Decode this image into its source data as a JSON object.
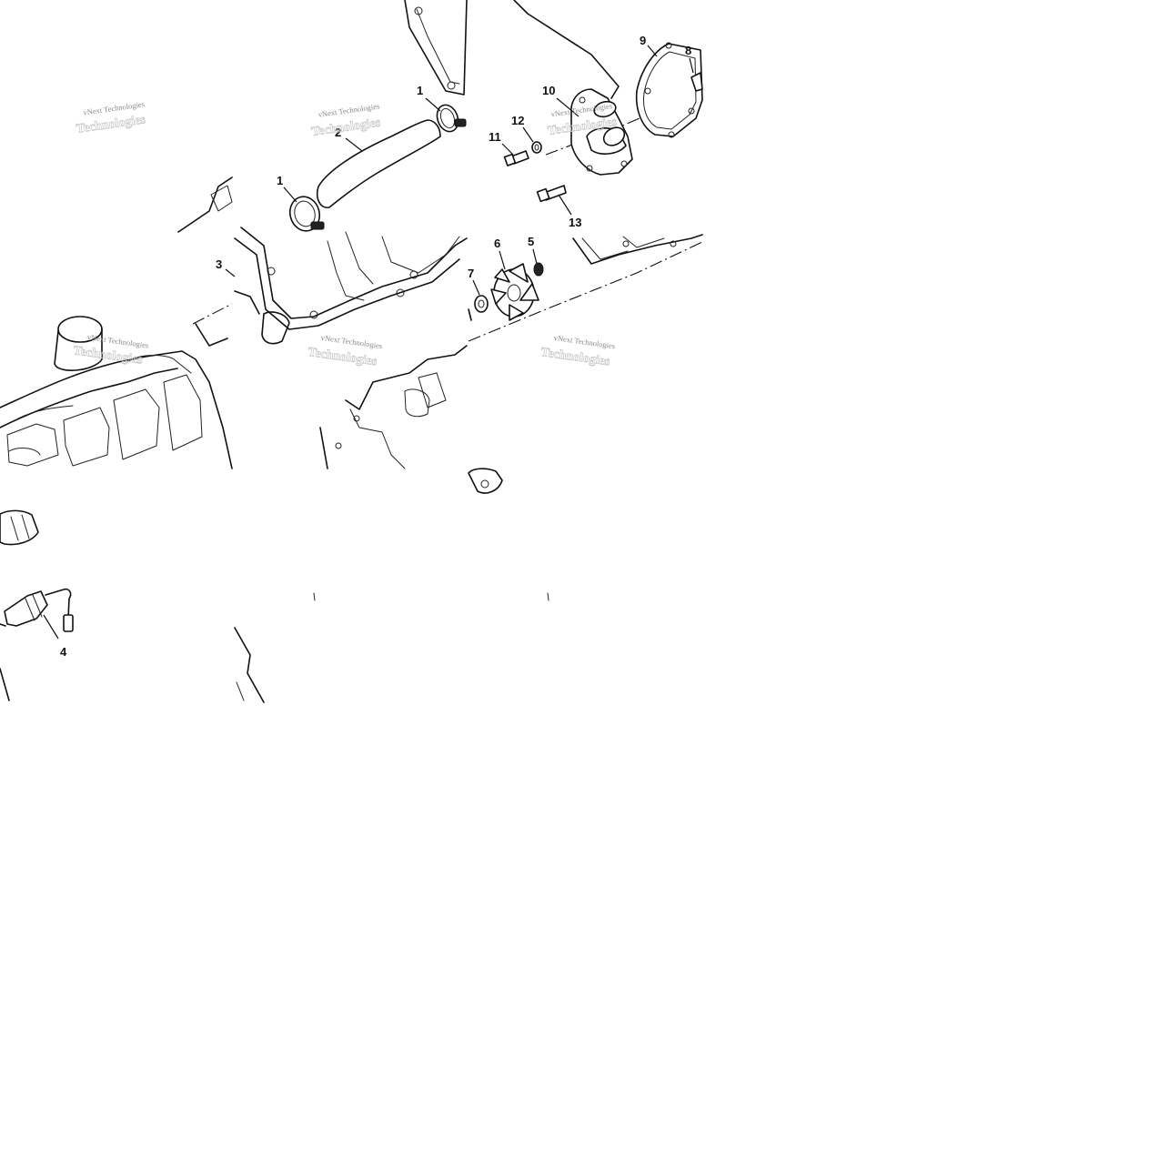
{
  "watermark": {
    "text": "vNext Technologies",
    "ghost": "Technologies"
  },
  "callouts": [
    {
      "id": "1a",
      "label": "1"
    },
    {
      "id": "1b",
      "label": "1"
    },
    {
      "id": "2",
      "label": "2"
    },
    {
      "id": "3",
      "label": "3"
    },
    {
      "id": "4",
      "label": "4"
    },
    {
      "id": "5",
      "label": "5"
    },
    {
      "id": "6",
      "label": "6"
    },
    {
      "id": "7",
      "label": "7"
    },
    {
      "id": "8",
      "label": "8"
    },
    {
      "id": "9",
      "label": "9"
    },
    {
      "id": "10",
      "label": "10"
    },
    {
      "id": "11",
      "label": "11"
    },
    {
      "id": "12",
      "label": "12"
    },
    {
      "id": "13",
      "label": "13"
    }
  ]
}
